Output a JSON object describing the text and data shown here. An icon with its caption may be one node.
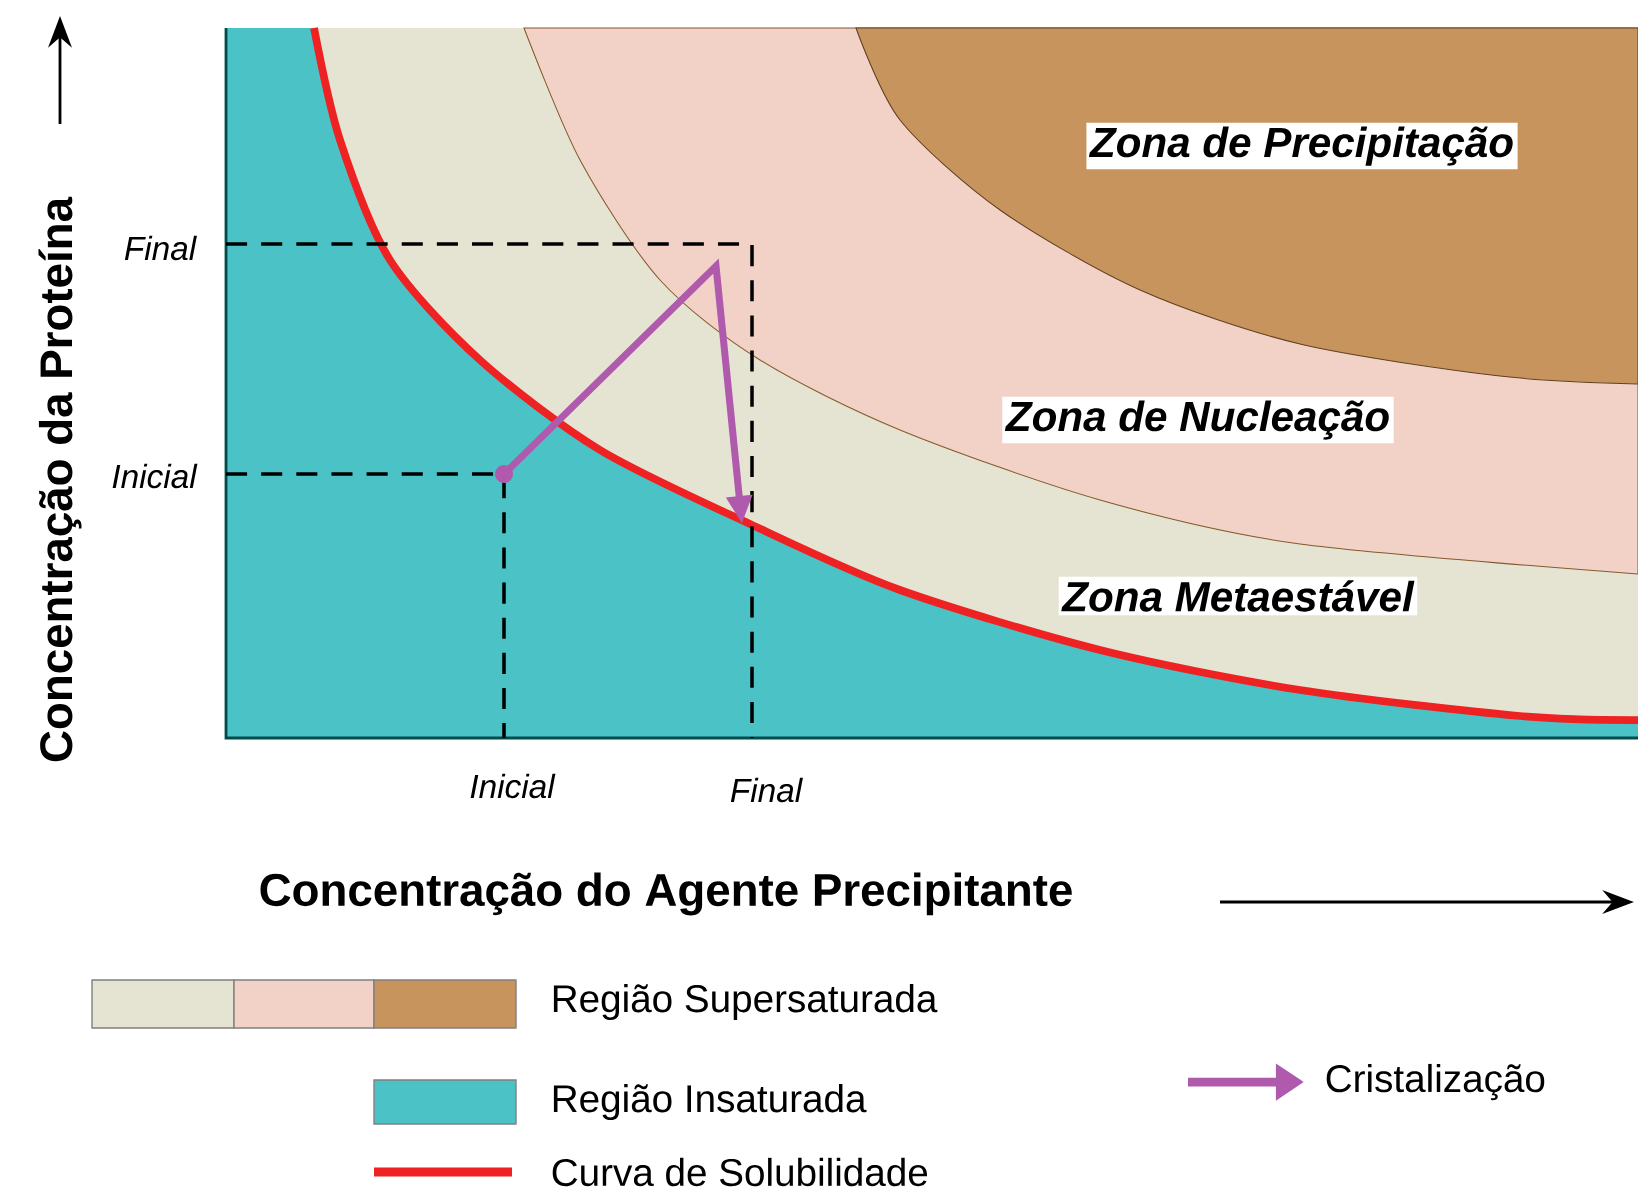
{
  "diagram": {
    "nodes": [
      {
        "text": [
          "Zona de Precipitação"
        ]
      },
      {
        "text": [
          "Zona de Nucleação"
        ]
      },
      {
        "text": [
          "Zona Metaestável"
        ]
      }
    ],
    "edges": [],
    "labels": [
      "Concentração da Proteína",
      "Final",
      "Inicial",
      "Inicial",
      "Final",
      "Concentração do Agente Precipitante"
    ],
    "legend": [
      {
        "text": "Região Supersaturada"
      },
      {
        "text": "Região Insaturada",
        "color": "#4bc3c6"
      },
      {
        "text": "Cristalização"
      },
      {
        "text": "Curva de Solubilidade"
      }
    ]
  }
}
